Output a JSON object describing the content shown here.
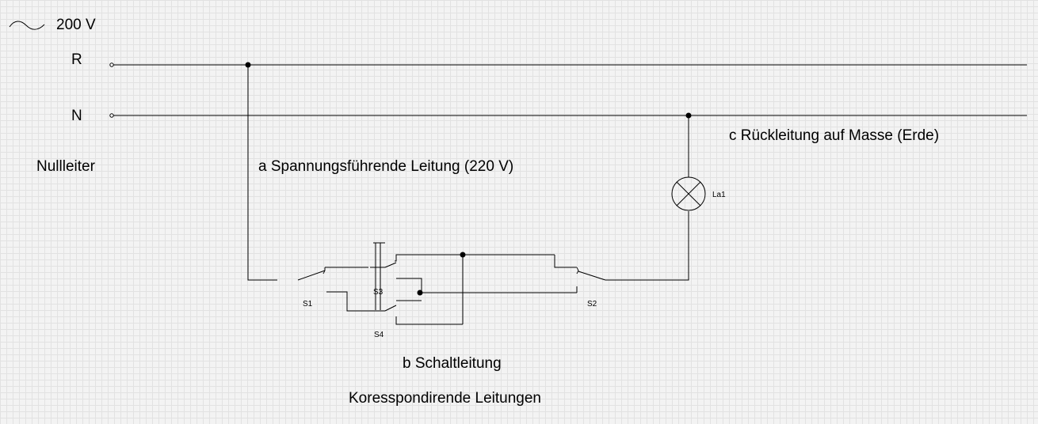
{
  "supply": {
    "symbol": "ac-symbol-icon",
    "voltage": "200 V"
  },
  "rails": {
    "phase": "R",
    "neutral": "N"
  },
  "labels": {
    "nullleiter": "Nullleiter",
    "a": "a Spannungsführende Leitung (220 V)",
    "b": "b Schaltleitung",
    "c": "c Rückleitung auf Masse (Erde)",
    "corresponding": "Koresspondirende Leitungen"
  },
  "components": {
    "lamp": "La1",
    "s1": "S1",
    "s2": "S2",
    "s3": "S3",
    "s4": "S4"
  },
  "colors": {
    "line": "#000000",
    "background": "#f3f3f3",
    "grid": "#e2e2e2"
  }
}
